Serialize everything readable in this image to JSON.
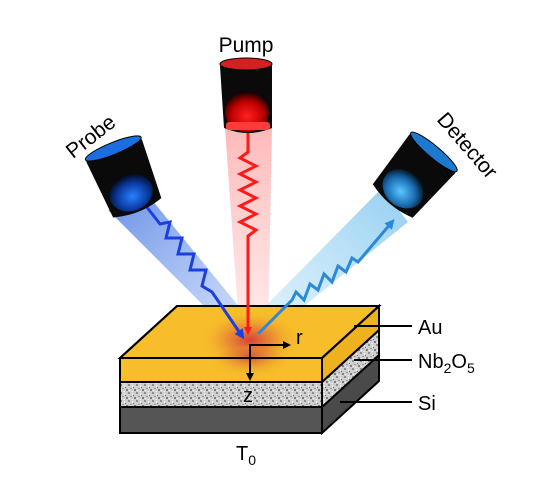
{
  "labels": {
    "pump": "Pump",
    "probe": "Probe",
    "detector": "Detector",
    "radial_axis": "r",
    "depth_axis": "z",
    "layer_top": "Au",
    "layer_middle_base": "Nb",
    "layer_middle_sub1": "2",
    "layer_middle_mid": "O",
    "layer_middle_sub2": "5",
    "layer_bottom": "Si",
    "temperature_base": "T",
    "temperature_sub": "0"
  },
  "colors": {
    "gold": "#f7bd2a",
    "gold_side": "#eeb21e",
    "pump_beam": "#ff1a1a",
    "probe_beam": "#1b3fe0",
    "detector_beam": "#2a8ad8",
    "silicon": "#555555",
    "oxide": "#c9c9c9"
  },
  "icons": {
    "pump_source": "objective-lens-icon",
    "probe_source": "objective-lens-icon",
    "detector": "objective-lens-icon"
  }
}
